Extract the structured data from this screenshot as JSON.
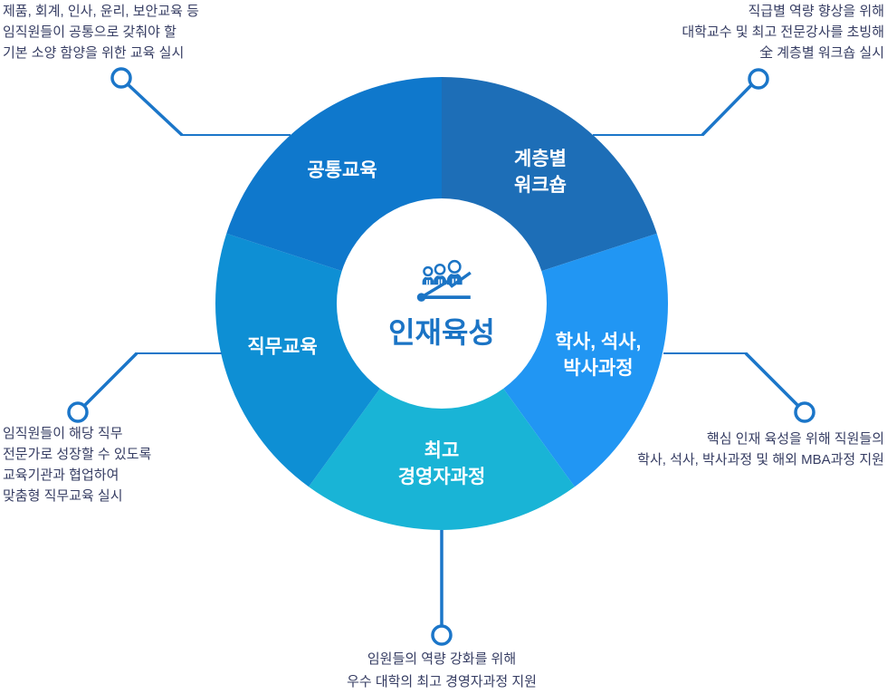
{
  "page": {
    "background": "#FFFFFF"
  },
  "colors": {
    "accent": "#1B74C5",
    "connector": "#1B76C9",
    "description_text": "#363D63",
    "label_text": "#FFFFFF"
  },
  "center": {
    "title": "인재육성",
    "icon": "people-growth-icon"
  },
  "chart_data": {
    "type": "donut",
    "title": "인재육성",
    "segments": [
      {
        "id": "tiered-workshop",
        "label_lines": [
          "계층별",
          "워크숍"
        ],
        "share": 20,
        "color": "#1D6EB7"
      },
      {
        "id": "degree-programs",
        "label_lines": [
          "학사, 석사,",
          "박사과정"
        ],
        "share": 20,
        "color": "#2196F3"
      },
      {
        "id": "executive-program",
        "label_lines": [
          "최고",
          "경영자과정"
        ],
        "share": 20,
        "color": "#19B4D6"
      },
      {
        "id": "job-training",
        "label_lines": [
          "직무교육"
        ],
        "share": 20,
        "color": "#0E8FD4"
      },
      {
        "id": "common-education",
        "label_lines": [
          "공통교육"
        ],
        "share": 20,
        "color": "#0F78CC"
      }
    ]
  },
  "callouts": [
    {
      "id": "common-education",
      "position": "top-left",
      "align": "left",
      "lines": [
        "제품, 회계, 인사, 윤리, 보안교육 등",
        "임직원들이 공통으로 갖춰야 할",
        "기본 소양 함양을 위한 교육 실시"
      ]
    },
    {
      "id": "tiered-workshop",
      "position": "top-right",
      "align": "right",
      "lines": [
        "직급별 역량 향상을 위해",
        "대학교수 및 최고 전문강사를 초빙해",
        "全 계층별 워크숍 실시"
      ]
    },
    {
      "id": "job-training",
      "position": "left",
      "align": "left",
      "lines": [
        "임직원들이 해당 직무",
        "전문가로 성장할 수 있도록",
        "교육기관과 협업하여",
        "맞춤형 직무교육 실시"
      ]
    },
    {
      "id": "degree-programs",
      "position": "right",
      "align": "right",
      "lines": [
        "핵심 인재 육성을 위해 직원들의",
        "학사, 석사, 박사과정 및 해외 MBA과정 지원"
      ]
    },
    {
      "id": "executive-program",
      "position": "bottom",
      "align": "center",
      "lines": [
        "임원들의 역량 강화를 위해",
        "우수 대학의 최고 경영자과정 지원"
      ]
    }
  ]
}
